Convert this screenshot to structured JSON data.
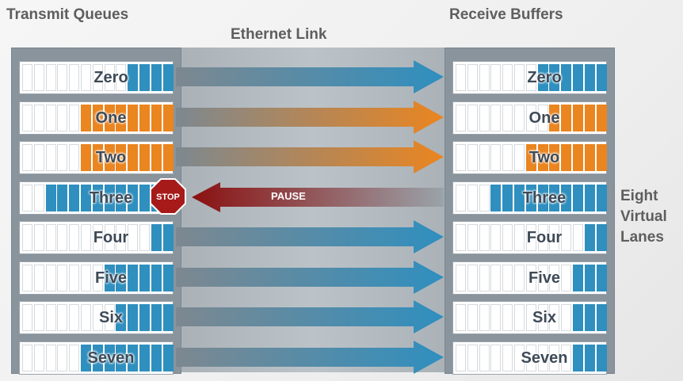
{
  "headers": {
    "transmit": "Transmit Queues",
    "link": "Ethernet Link",
    "receive": "Receive Buffers"
  },
  "side_label": {
    "line1": "Eight",
    "line2": "Virtual",
    "line3": "Lanes"
  },
  "lanes": [
    {
      "name": "Zero",
      "color": "#2f8fbf",
      "tx_filled": 4,
      "rx_filled": 6,
      "flow": "forward"
    },
    {
      "name": "One",
      "color": "#ea8520",
      "tx_filled": 8,
      "rx_filled": 5,
      "flow": "forward"
    },
    {
      "name": "Two",
      "color": "#ea8520",
      "tx_filled": 8,
      "rx_filled": 7,
      "flow": "forward"
    },
    {
      "name": "Three",
      "color": "#2f8fbf",
      "tx_filled": 11,
      "rx_filled": 10,
      "flow": "pause"
    },
    {
      "name": "Four",
      "color": "#2f8fbf",
      "tx_filled": 2,
      "rx_filled": 2,
      "flow": "forward"
    },
    {
      "name": "Five",
      "color": "#2f8fbf",
      "tx_filled": 6,
      "rx_filled": 3,
      "flow": "forward"
    },
    {
      "name": "Six",
      "color": "#2f8fbf",
      "tx_filled": 5,
      "rx_filled": 3,
      "flow": "forward"
    },
    {
      "name": "Seven",
      "color": "#2f8fbf",
      "tx_filled": 8,
      "rx_filled": 3,
      "flow": "forward"
    }
  ],
  "pause_label": "PAUSE",
  "stop_label": "STOP",
  "colors": {
    "blue": "#2f8fbf",
    "orange": "#ea8520",
    "pause": "#8b1010",
    "stop": "#a61a1a"
  }
}
